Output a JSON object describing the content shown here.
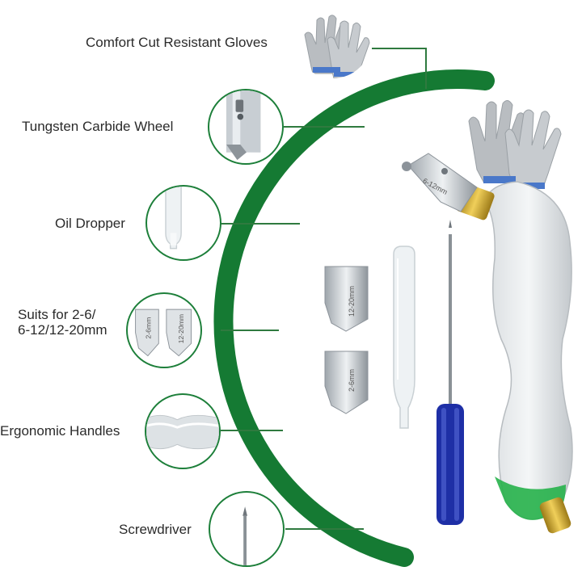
{
  "features": [
    {
      "id": "gloves",
      "label": "Comfort Cut Resistant Gloves"
    },
    {
      "id": "wheel",
      "label": "Tungsten Carbide Wheel"
    },
    {
      "id": "dropper",
      "label": "Oil Dropper"
    },
    {
      "id": "suits",
      "label_line1": "Suits for 2-6/",
      "label_line2": "6-12/12-20mm"
    },
    {
      "id": "handles",
      "label": "Ergonomic Handles"
    },
    {
      "id": "screwdriver",
      "label": "Screwdriver"
    }
  ],
  "product_marks": {
    "cutter_head": "6-12mm",
    "head_large": "12-20mm",
    "head_small": "2-6mm",
    "thumb_small": "2-6mm",
    "thumb_large": "12-20mm"
  },
  "colors": {
    "accent_green": "#1d7f3a",
    "leader_line": "#2f7a3f",
    "screwdriver_handle": "#1e2fa6",
    "brass": "#c9a227"
  }
}
